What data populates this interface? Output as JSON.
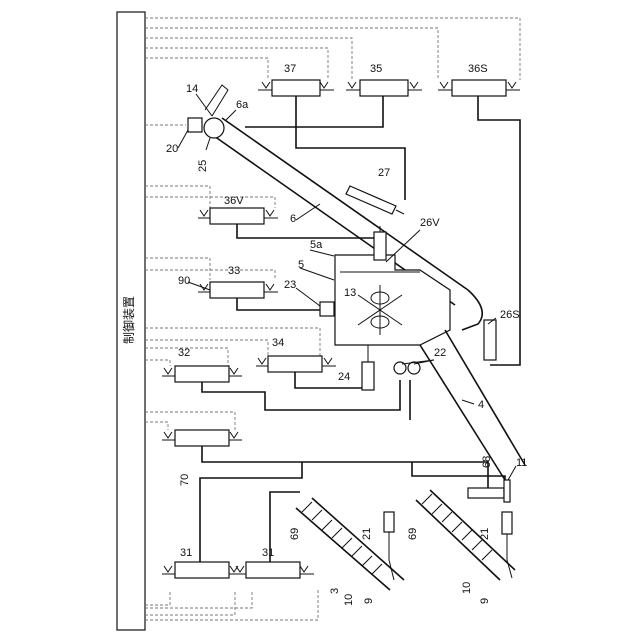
{
  "controller": {
    "label": "制御装置"
  },
  "labels": {
    "l37": "37",
    "l35": "35",
    "l36S": "36S",
    "l14": "14",
    "l6a": "6a",
    "l20": "20",
    "l25": "25",
    "l27": "27",
    "l36V": "36V",
    "l6": "6",
    "l26V": "26V",
    "l5a": "5a",
    "l5": "5",
    "l33": "33",
    "l90": "90",
    "l23": "23",
    "l13": "13",
    "l26S": "26S",
    "l34": "34",
    "l32": "32",
    "l22": "22",
    "l24": "24",
    "l4": "4",
    "l70": "70",
    "l68": "68",
    "l11": "11",
    "l31a": "31",
    "l31b": "31",
    "l69a": "69",
    "l69b": "69",
    "l21a": "21",
    "l21b": "21",
    "l3": "3",
    "l10a": "10",
    "l10b": "10",
    "l9a": "9",
    "l9b": "9"
  }
}
